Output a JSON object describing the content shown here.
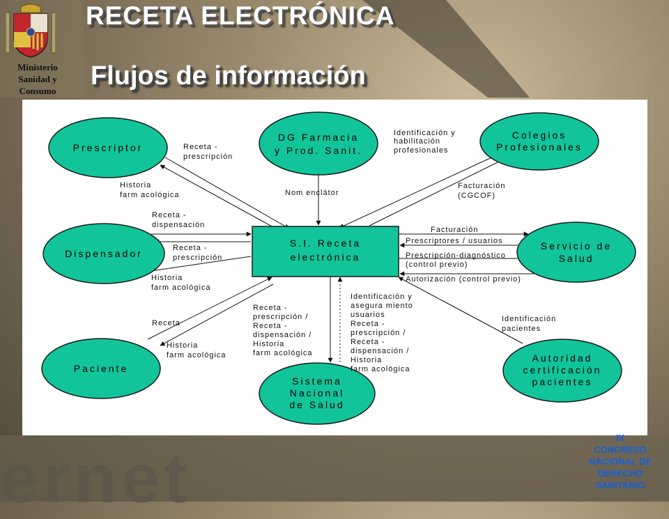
{
  "header": {
    "title": "RECETA ELECTRÓNICA",
    "subtitle": "Flujos de información",
    "ministry_lines": [
      "Ministerio",
      "Sanidad y",
      "Consumo"
    ]
  },
  "footer": {
    "congress_lines": [
      "IX",
      "CONGRESO",
      "NACIONAL DE",
      "DERECHO",
      "SANITARIO"
    ],
    "watermark": "ernet"
  },
  "colors": {
    "node_fill": "#12c49a",
    "node_stroke": "#1a1a1a",
    "accent_footer": "#1560d8"
  },
  "diagram": {
    "nodes": [
      {
        "id": "prescriptor",
        "lines": [
          "Prescriptor"
        ]
      },
      {
        "id": "dg-farmacia",
        "lines": [
          "DG Farmacia",
          "y Prod. Sanit."
        ]
      },
      {
        "id": "colegios",
        "lines": [
          "Colegios",
          "Profesionales"
        ]
      },
      {
        "id": "dispensador",
        "lines": [
          "Dispensador"
        ]
      },
      {
        "id": "si-receta",
        "lines": [
          "S.I. Receta",
          "electrónica"
        ]
      },
      {
        "id": "servicio-salud",
        "lines": [
          "Servicio de",
          "Salud"
        ]
      },
      {
        "id": "paciente",
        "lines": [
          "Paciente"
        ]
      },
      {
        "id": "sns",
        "lines": [
          "Sistema",
          "Nacional",
          "de Salud"
        ]
      },
      {
        "id": "autoridad",
        "lines": [
          "Autoridad",
          "certificación",
          "pacientes"
        ]
      }
    ],
    "labels": [
      {
        "id": "receta-prescripcion-top",
        "lines": [
          "Receta -",
          "prescripción"
        ]
      },
      {
        "id": "historia-top",
        "lines": [
          "Historia",
          "farm acológica"
        ]
      },
      {
        "id": "nomenclator",
        "lines": [
          "Nom enclátor"
        ]
      },
      {
        "id": "identificacion-habilitacion",
        "lines": [
          "Identificación y",
          "habilitación",
          "profesionales"
        ]
      },
      {
        "id": "facturacion-cgcof",
        "lines": [
          "Facturación",
          "(CGCOF)"
        ]
      },
      {
        "id": "receta-dispensacion",
        "lines": [
          "Receta -",
          "dispensación"
        ]
      },
      {
        "id": "receta-prescripcion-mid",
        "lines": [
          "Receta -",
          "prescripción"
        ]
      },
      {
        "id": "historia-mid",
        "lines": [
          "Historia",
          "farm acológica"
        ]
      },
      {
        "id": "facturacion",
        "lines": [
          "Facturación"
        ]
      },
      {
        "id": "prescriptores-usuarios",
        "lines": [
          "Prescriptores / usuarios"
        ]
      },
      {
        "id": "prescripcion-diagnostico",
        "lines": [
          "Prescripción-diagnóstico",
          "(control previo)"
        ]
      },
      {
        "id": "autorizacion",
        "lines": [
          "Autorización (control previo)"
        ]
      },
      {
        "id": "receta-paciente",
        "lines": [
          "Receta"
        ]
      },
      {
        "id": "historia-paciente",
        "lines": [
          "Historia",
          "farm acológica"
        ]
      },
      {
        "id": "sns-flujo",
        "lines": [
          "Receta -",
          "prescripción /",
          "Receta -",
          "dispensación /",
          "Historia",
          "farm acológica"
        ]
      },
      {
        "id": "identificacion-aseguramiento",
        "lines": [
          "Identificación y",
          "asegura miento",
          "usuarios",
          "Receta -",
          "prescripción /",
          "Receta -",
          "dispensación /",
          "Historia",
          "farm acológica"
        ]
      },
      {
        "id": "identificacion-pacientes",
        "lines": [
          "Identificación",
          "pacientes"
        ]
      }
    ]
  }
}
